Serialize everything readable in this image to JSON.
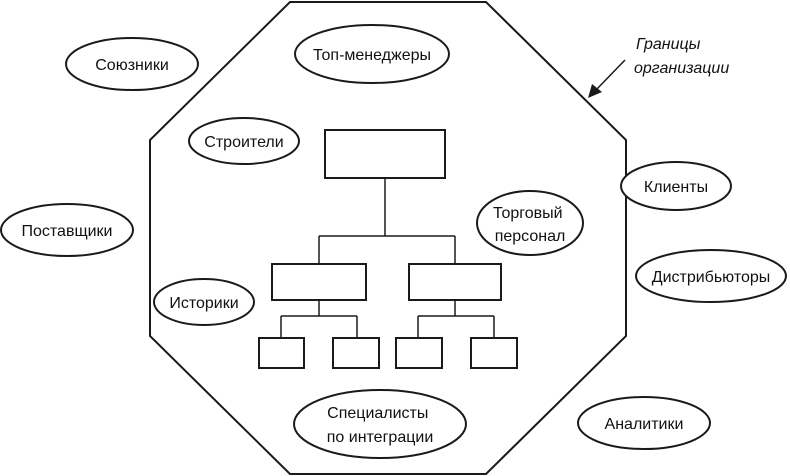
{
  "diagram": {
    "boundary_note": [
      "Границы",
      "организации"
    ],
    "inside_roles": {
      "top_managers": [
        "Топ-менеджеры"
      ],
      "builders": [
        "Строители"
      ],
      "sales_staff": [
        "Торговый",
        "персонал"
      ],
      "historians": [
        "Историки"
      ],
      "integration_specialists": [
        "Специалисты",
        "по интеграции"
      ]
    },
    "outside_roles": {
      "allies": [
        "Союзники"
      ],
      "suppliers": [
        "Поставщики"
      ],
      "clients": [
        "Клиенты"
      ],
      "distributors": [
        "Дистрибьюторы"
      ],
      "analysts": [
        "Аналитики"
      ]
    },
    "colors": {
      "stroke": "#1a1a1a",
      "fill": "#ffffff",
      "text": "#111111"
    }
  }
}
